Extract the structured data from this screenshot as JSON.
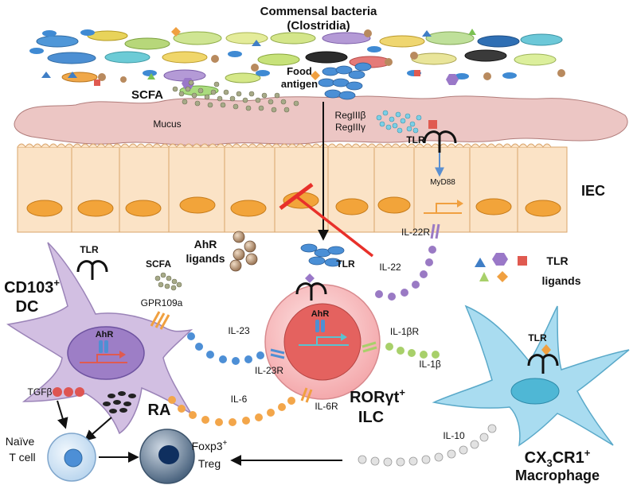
{
  "title_line1": "Commensal bacteria",
  "title_line2": "(Clostridia)",
  "scfa_top": "SCFA",
  "food_line1": "Food",
  "food_line2": "antigen",
  "mucus": "Mucus",
  "reg3b": "RegIIIβ",
  "reg3g": "RegIIIγ",
  "tlr": "TLR",
  "myd88": "MyD88",
  "iec": "IEC",
  "il22r": "IL-22R",
  "il22": "IL-22",
  "ahr_lig_line1": "AhR",
  "ahr_lig_line2": "ligands",
  "tlr_lig_line1": "TLR",
  "tlr_lig_line2": "ligands",
  "dc_line1": "CD103",
  "dc_sup": "+",
  "dc_line2": "DC",
  "scfa_dc": "SCFA",
  "gpr": "GPR109a",
  "ahr": "AhR",
  "il23": "IL-23",
  "il23r": "IL-23R",
  "il1br": "IL-1βR",
  "il1b": "IL-1β",
  "il6": "IL-6",
  "il6r": "IL-6R",
  "ilc_line1": "RORγt",
  "ilc_sup": "+",
  "ilc_line2": "ILC",
  "tgfb": "TGFβ",
  "ra": "RA",
  "naive_line1": "Naïve",
  "naive_line2": "T cell",
  "treg_line1": "Foxp3",
  "treg_sup": "+",
  "treg_line2": "Treg",
  "il10": "IL-10",
  "mac_line1_a": "CX",
  "mac_line1_sub": "3",
  "mac_line1_b": "CR1",
  "mac_sup": "+",
  "mac_line2": "Macrophage",
  "colors": {
    "mucus": "#ecc6c4",
    "iec_cell": "#fbe3c6",
    "iec_nucleus": "#f2a43a",
    "dc": "#d2bfe2",
    "dc_nucleus": "#9d7ec6",
    "ilc": "#f9c4c6",
    "ilc_nucleus": "#e4625f",
    "macrophage": "#a9dcf0",
    "blue_dot": "#4d8fd6",
    "orange_dot": "#f3a64a",
    "purple_dot": "#9a7ac4",
    "green_dot": "#a8d06a",
    "red_dot": "#de5552",
    "grey_dot": "#dcdcdc",
    "inhibit": "#e8302a"
  }
}
